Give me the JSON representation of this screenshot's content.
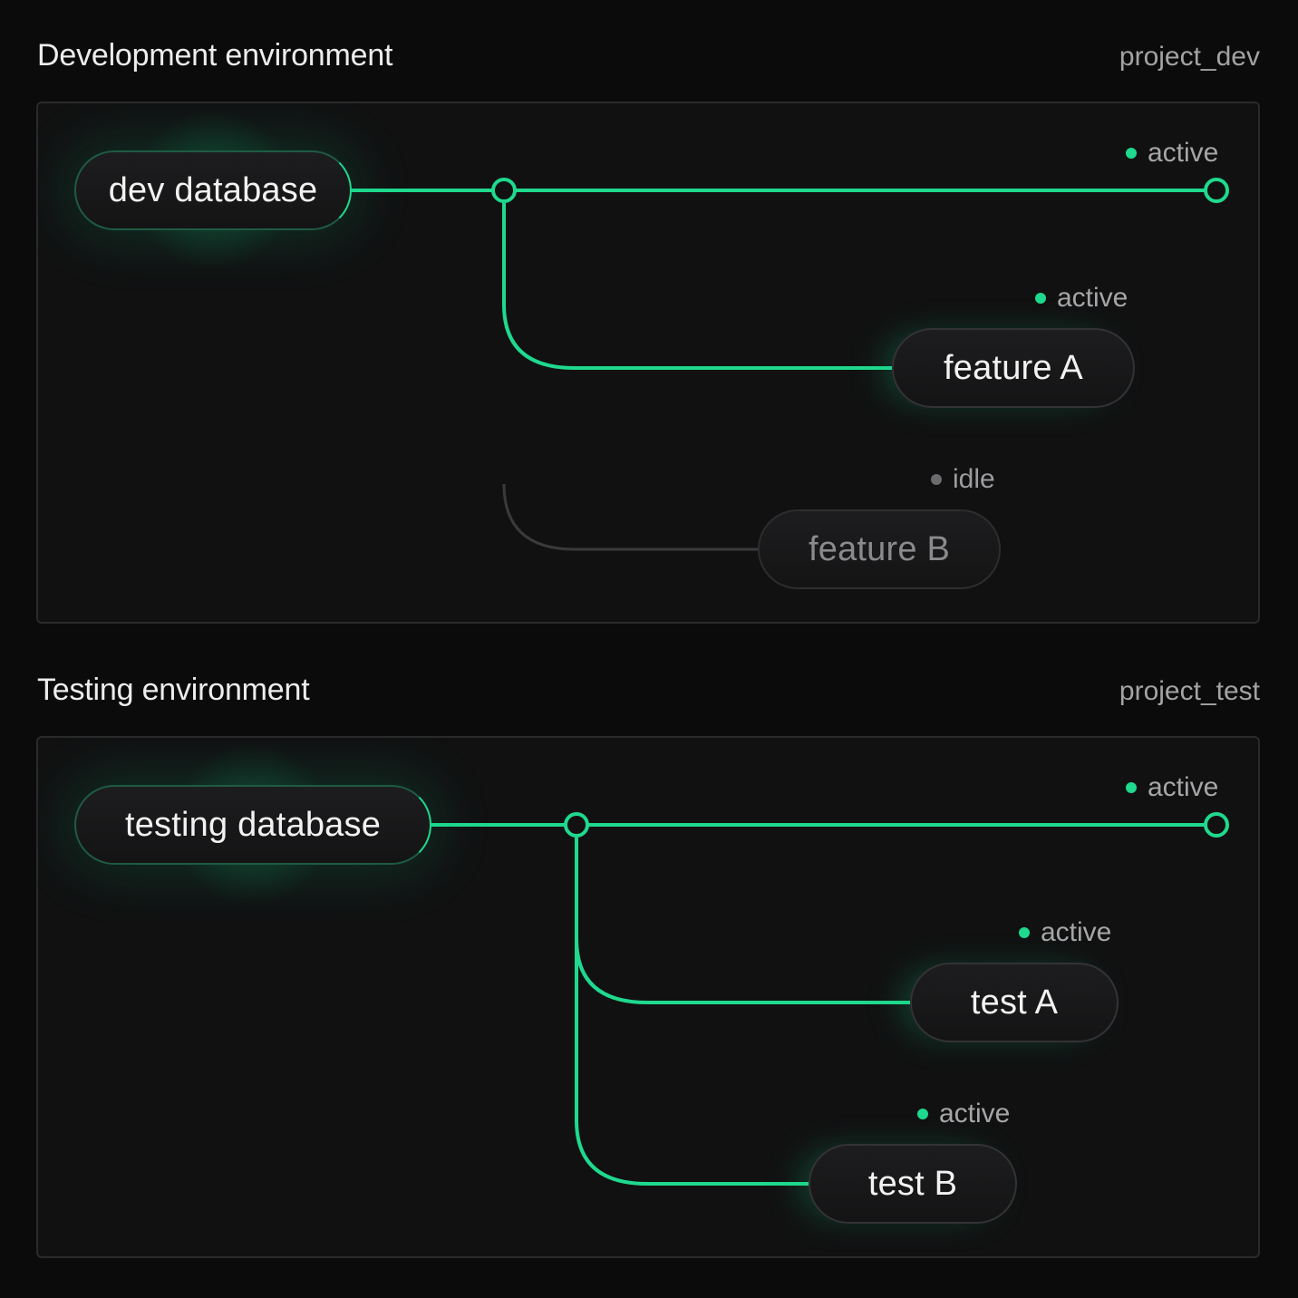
{
  "colors": {
    "accent": "#1fd98e",
    "idle": "#3a3a3c",
    "background": "#0b0b0c",
    "panel": "#111112"
  },
  "dev": {
    "title": "Development environment",
    "project_id": "project_dev",
    "root_label": "dev database",
    "main_status": "active",
    "branches": [
      {
        "label": "feature A",
        "status": "active"
      },
      {
        "label": "feature B",
        "status": "idle"
      }
    ]
  },
  "test": {
    "title": "Testing environment",
    "project_id": "project_test",
    "root_label": "testing database",
    "main_status": "active",
    "branches": [
      {
        "label": "test A",
        "status": "active"
      },
      {
        "label": "test B",
        "status": "active"
      }
    ]
  }
}
